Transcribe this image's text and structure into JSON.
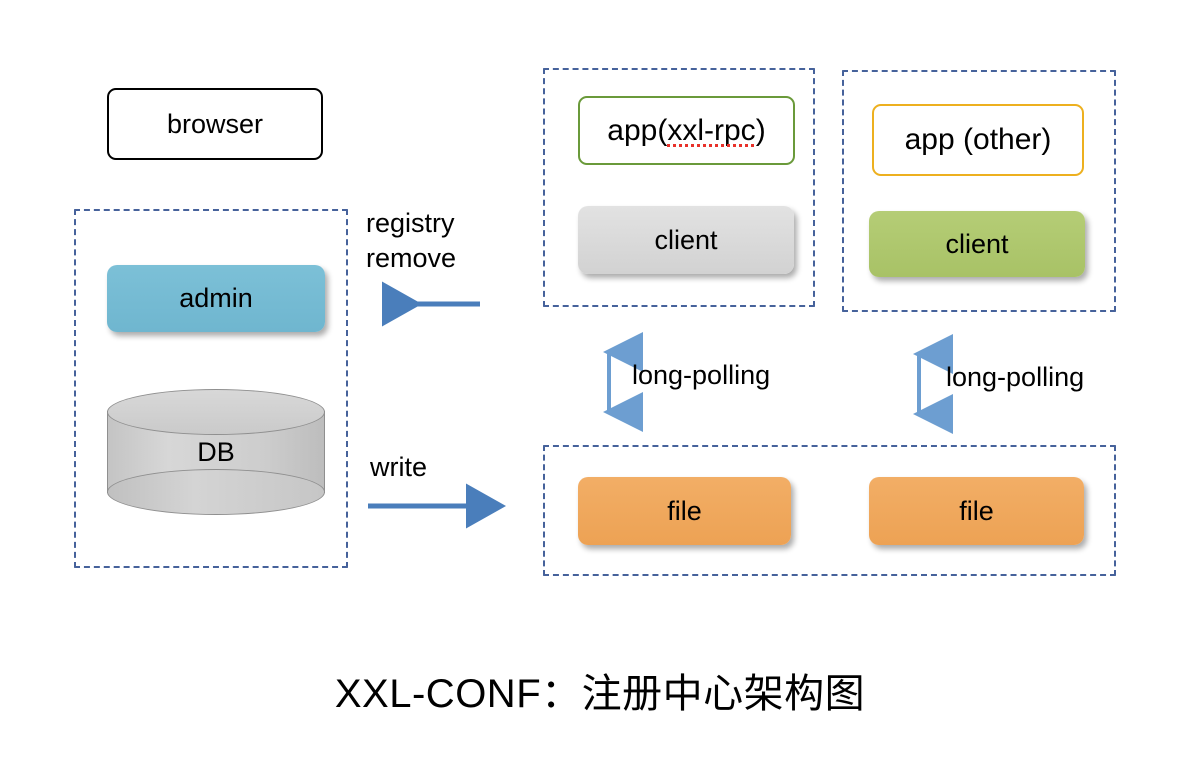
{
  "diagram": {
    "title": "XXL-CONF：注册中心架构图",
    "accent_colors": {
      "dashed_border": "#46629b",
      "admin_fill": "#76bbd4",
      "client_gray_fill": "#d9d9d9",
      "client_green_fill": "#afc96e",
      "file_fill": "#f0a95c",
      "app_rpc_border": "#6a9a3a",
      "app_other_border": "#edb01f",
      "browser_border": "#000000",
      "arrow_color": "#4a7ebb",
      "spellcheck_underline": "#e8312a"
    },
    "nodes": {
      "browser": "browser",
      "admin": "admin",
      "db": "DB",
      "app_rpc_prefix": "app(",
      "app_rpc_misspelled": "xxl-rpc",
      "app_rpc_suffix": ")",
      "app_other": "app (other)",
      "client_left": "client",
      "client_right": "client",
      "file_left": "file",
      "file_right": "file"
    },
    "edges": {
      "registry": "registry",
      "remove": "remove",
      "write": "write",
      "long_polling_left": "long-polling",
      "long_polling_right": "long-polling"
    }
  }
}
